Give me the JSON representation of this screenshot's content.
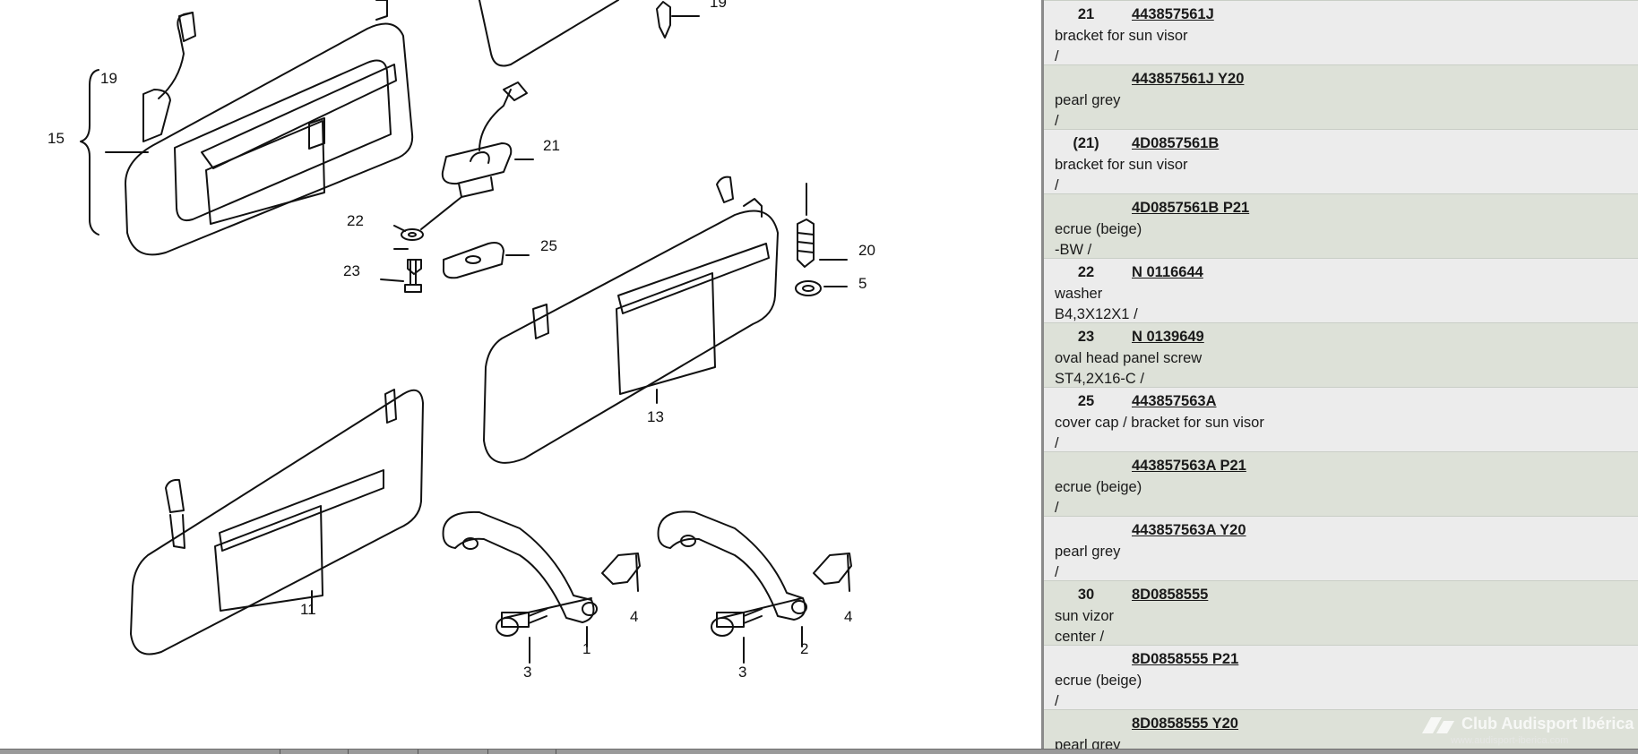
{
  "diagram": {
    "callouts": [
      "19",
      "19",
      "15",
      "21",
      "22",
      "25",
      "23",
      "20",
      "5",
      "13",
      "11",
      "4",
      "4",
      "1",
      "2",
      "3",
      "3"
    ]
  },
  "parts": [
    {
      "pos": "21",
      "part_no": "443857561J",
      "desc": "bracket for sun visor",
      "note": "/"
    },
    {
      "pos": "",
      "part_no": "443857561J Y20",
      "desc": "pearl grey",
      "note": "/"
    },
    {
      "pos": "(21)",
      "part_no": "4D0857561B",
      "desc": "bracket for sun visor",
      "note": "/"
    },
    {
      "pos": "",
      "part_no": "4D0857561B P21",
      "desc": "ecrue (beige)",
      "note": "-BW /"
    },
    {
      "pos": "22",
      "part_no": "N 0116644",
      "desc": "washer",
      "note": "B4,3X12X1 /"
    },
    {
      "pos": "23",
      "part_no": "N 0139649",
      "desc": "oval head panel screw",
      "note": "ST4,2X16-C /"
    },
    {
      "pos": "25",
      "part_no": "443857563A",
      "desc": "cover cap / bracket for sun visor",
      "note": "/"
    },
    {
      "pos": "",
      "part_no": "443857563A P21",
      "desc": "ecrue (beige)",
      "note": "/"
    },
    {
      "pos": "",
      "part_no": "443857563A Y20",
      "desc": "pearl grey",
      "note": "/"
    },
    {
      "pos": "30",
      "part_no": "8D0858555",
      "desc": "sun vizor",
      "note": "center /"
    },
    {
      "pos": "",
      "part_no": "8D0858555 P21",
      "desc": "ecrue (beige)",
      "note": "/"
    },
    {
      "pos": "",
      "part_no": "8D0858555 Y20",
      "desc": "pearl grey",
      "note": ""
    }
  ],
  "watermark": {
    "name": "Club Audisport Ibérica",
    "url": "www.audisport-iberica.com"
  },
  "colors": {
    "row_light": "#ececec",
    "row_dark": "#dde1d8",
    "separator": "#8a8a8a"
  }
}
